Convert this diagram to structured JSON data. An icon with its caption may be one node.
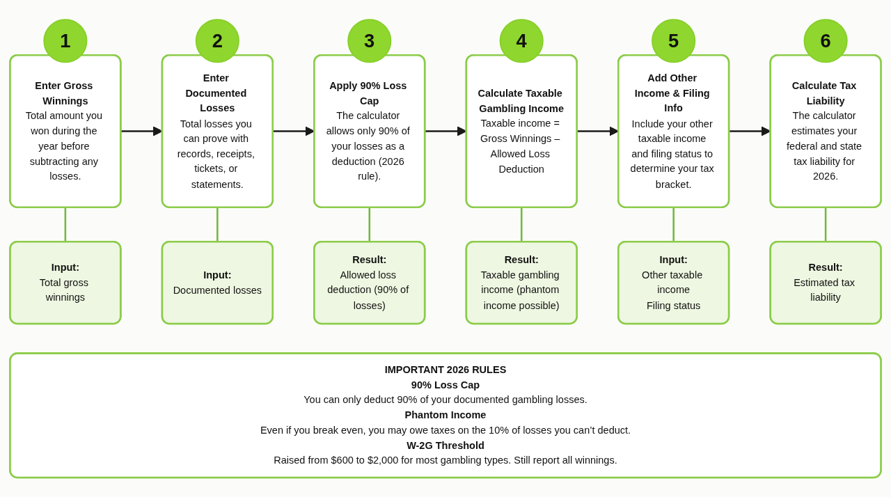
{
  "diagram": {
    "nodes": [
      {
        "text": [
          "1"
        ]
      },
      {
        "text": [
          "2"
        ]
      },
      {
        "text": [
          "3"
        ]
      },
      {
        "text": [
          "4"
        ]
      },
      {
        "text": [
          "5"
        ]
      },
      {
        "text": [
          "6"
        ]
      },
      {
        "text": [
          "Enter Gross Winnings",
          "Total amount you won during the year before subtracting any losses."
        ]
      },
      {
        "text": [
          "Enter Documented Losses",
          "Total losses you can prove with records, receipts, tickets, or statements."
        ]
      },
      {
        "text": [
          "Apply 90% Loss Cap",
          "The calculator allows only 90% of your losses as a deduction (2026 rule)."
        ]
      },
      {
        "text": [
          "Calculate Taxable Gambling Income",
          "Taxable income = Gross Winnings – Allowed Loss Deduction"
        ]
      },
      {
        "text": [
          "Add Other Income & Filing Info",
          "Include your other taxable income and filing status to determine your tax bracket."
        ]
      },
      {
        "text": [
          "Calculate Tax Liability",
          "The calculator estimates your federal and state tax liability for 2026."
        ]
      },
      {
        "text": [
          "Input:",
          "Total gross winnings"
        ]
      },
      {
        "text": [
          "Input:",
          "Documented losses"
        ]
      },
      {
        "text": [
          "Result:",
          "Allowed loss deduction (90% of losses)"
        ]
      },
      {
        "text": [
          "Result:",
          "Taxable gambling income (phantom income possible)"
        ]
      },
      {
        "text": [
          "Input:",
          "Other taxable income",
          "Filing status"
        ]
      },
      {
        "text": [
          "Result:",
          "Estimated tax liability"
        ]
      },
      {
        "text": [
          "IMPORTANT 2026 RULES",
          "90% Loss Cap",
          "You can only deduct 90% of your documented gambling losses.",
          "Phantom Income",
          "Even if you break even, you may owe taxes on the 10% of losses you can’t deduct.",
          "W-2G Threshold",
          "Raised from $600 to $2,000 for most gambling types. Still report all winnings."
        ]
      }
    ],
    "edges": [
      {
        "from": 6,
        "to": 7,
        "arrow": "to",
        "color": "#1a1a1a"
      },
      {
        "from": 7,
        "to": 8,
        "arrow": "to",
        "color": "#1a1a1a"
      },
      {
        "from": 8,
        "to": 9,
        "arrow": "to",
        "color": "#1a1a1a"
      },
      {
        "from": 9,
        "to": 10,
        "arrow": "to",
        "color": "#1a1a1a"
      },
      {
        "from": 10,
        "to": 11,
        "arrow": "to",
        "color": "#1a1a1a"
      },
      {
        "from": 6,
        "to": 12,
        "arrow": "none"
      },
      {
        "from": 7,
        "to": 13,
        "arrow": "none"
      },
      {
        "from": 8,
        "to": 14,
        "arrow": "none"
      },
      {
        "from": 9,
        "to": 15,
        "arrow": "none"
      },
      {
        "from": 10,
        "to": 16,
        "arrow": "none"
      },
      {
        "from": 11,
        "to": 17,
        "arrow": "none"
      }
    ]
  }
}
